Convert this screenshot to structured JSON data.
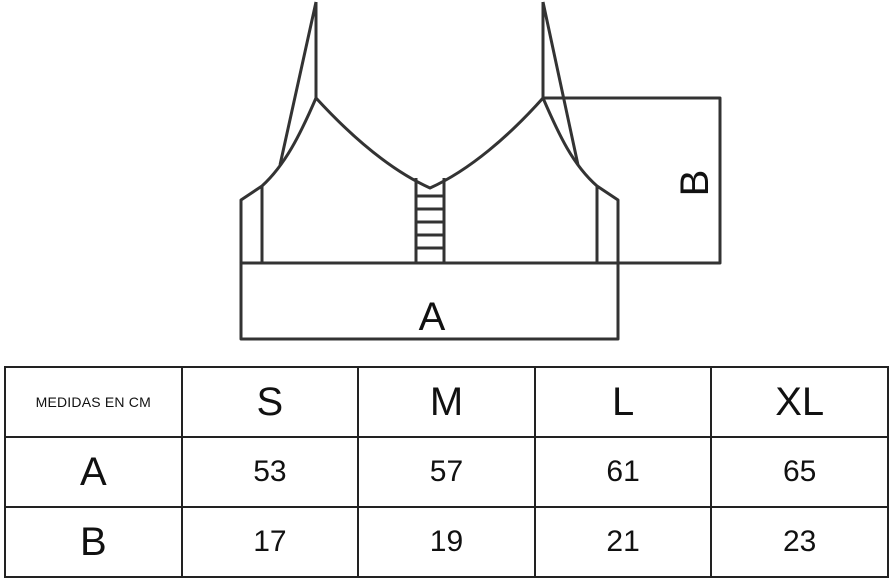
{
  "diagram": {
    "label_a": "A",
    "label_b": "B"
  },
  "table": {
    "corner_label": "MEDIDAS EN CM",
    "sizes": [
      "S",
      "M",
      "L",
      "XL"
    ],
    "rows": [
      {
        "label": "A",
        "values": [
          "53",
          "57",
          "61",
          "65"
        ]
      },
      {
        "label": "B",
        "values": [
          "17",
          "19",
          "21",
          "23"
        ]
      }
    ]
  }
}
